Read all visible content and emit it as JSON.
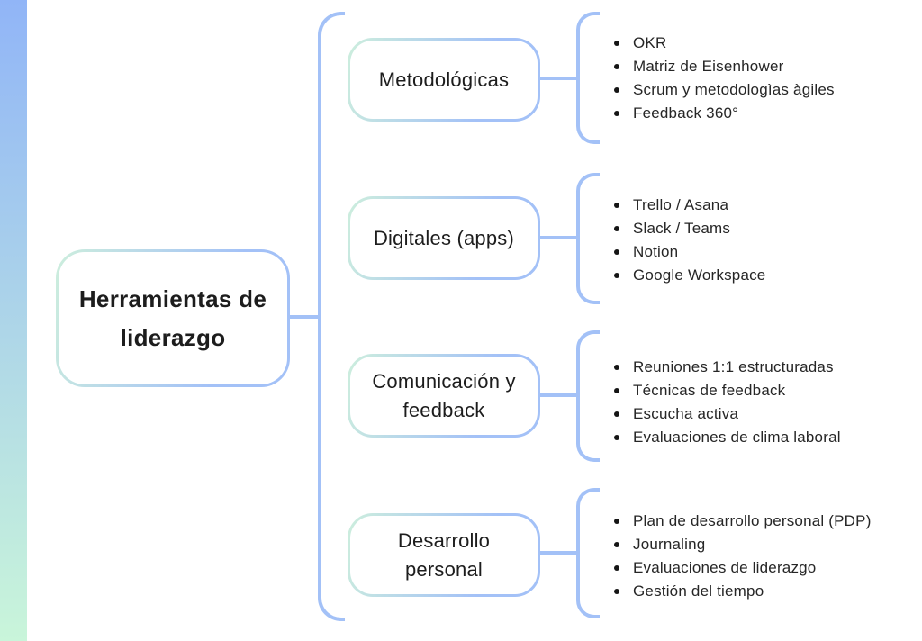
{
  "root": {
    "title": "Herramientas de liderazgo"
  },
  "groups": [
    {
      "label": "Metodológicas",
      "items": [
        "OKR",
        "Matriz de Eisenhower",
        "Scrum y metodologìas àgiles",
        "Feedback 360°"
      ]
    },
    {
      "label": "Digitales (apps)",
      "items": [
        "Trello / Asana",
        "Slack / Teams",
        "Notion",
        "Google Workspace"
      ]
    },
    {
      "label": "Comunicación y feedback",
      "items": [
        "Reuniones 1:1 estructuradas",
        "Técnicas de feedback",
        "Escucha activa",
        "Evaluaciones de clima laboral"
      ]
    },
    {
      "label": "Desarrollo personal",
      "items": [
        "Plan de desarrollo personal (PDP)",
        "Journaling",
        "Evaluaciones de liderazgo",
        "Gestión del tiempo"
      ]
    }
  ],
  "colors": {
    "line": "#a3c1f7",
    "mint": "#cdeedd",
    "sidebar-top": "#91b5f7",
    "sidebar-bottom": "#c9f5da",
    "heading": "#1d1d1d",
    "body": "#262626"
  }
}
